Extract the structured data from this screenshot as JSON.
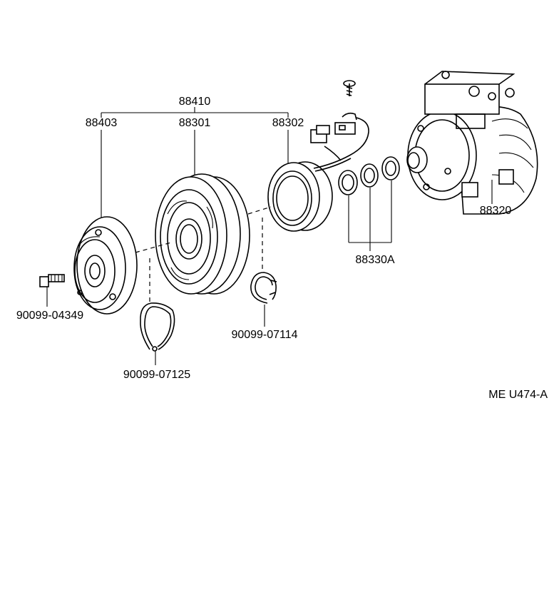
{
  "labels": {
    "assembly": "88410",
    "pressure_plate": "88403",
    "pulley": "88301",
    "stator": "88302",
    "compressor": "88320",
    "shims": "88330A",
    "bolt": "90099-04349",
    "snap_ring_small": "90099-07125",
    "snap_ring_large": "90099-07114",
    "figure_code": "ME U474-A"
  },
  "colors": {
    "line": "#000000",
    "background": "#ffffff"
  }
}
